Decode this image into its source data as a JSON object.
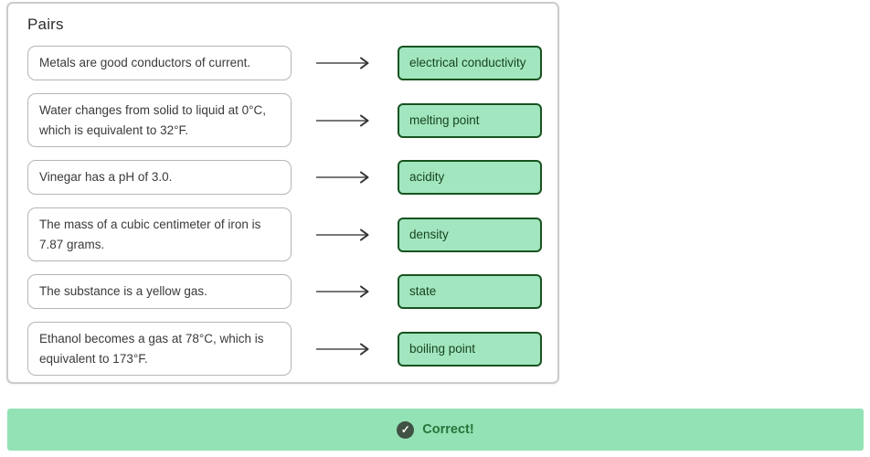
{
  "panel": {
    "title": "Pairs"
  },
  "pairs": [
    {
      "statement": "Metals are good conductors of current.",
      "answer": "electrical conductivity"
    },
    {
      "statement": "Water changes from solid to liquid at 0°C, which is equivalent to 32°F.",
      "answer": "melting point"
    },
    {
      "statement": "Vinegar has a pH of 3.0.",
      "answer": "acidity"
    },
    {
      "statement": "The mass of a cubic centimeter of iron is 7.87 grams.",
      "answer": "density"
    },
    {
      "statement": "The substance is a yellow gas.",
      "answer": "state"
    },
    {
      "statement": "Ethanol becomes a gas at 78°C, which is equivalent to 173°F.",
      "answer": "boiling point"
    }
  ],
  "feedback": {
    "label": "Correct!",
    "icon": "check-circle-icon",
    "check_glyph": "✓"
  },
  "colors": {
    "answer_fill": "#a2e6c0",
    "answer_border": "#175320",
    "banner_fill": "#93e2b5",
    "correct_text": "#27743a",
    "panel_border": "#cbcbcb"
  }
}
